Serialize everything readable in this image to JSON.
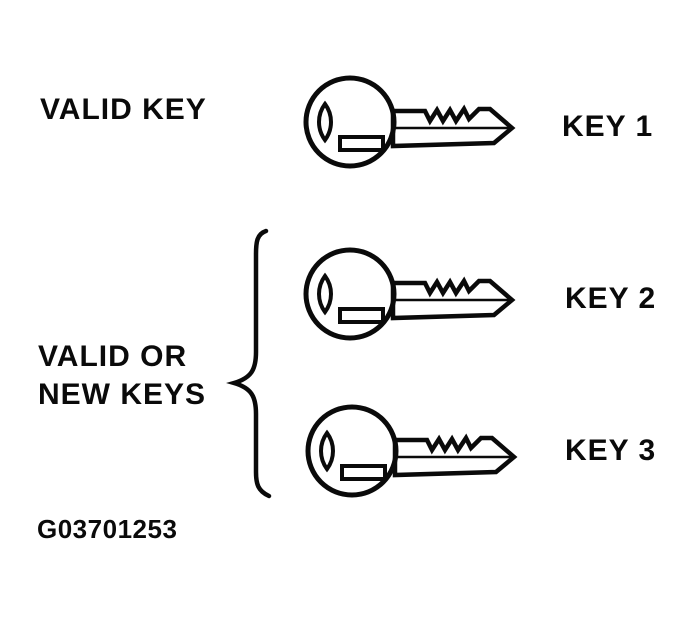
{
  "colors": {
    "ink": "#0a0a0a",
    "paper": "#ffffff"
  },
  "diagram": {
    "type": "key-identification-illustration",
    "groups": [
      {
        "label": "VALID KEY",
        "keys": [
          "KEY 1"
        ]
      },
      {
        "label_line1": "VALID OR",
        "label_line2": "NEW KEYS",
        "keys": [
          "KEY 2",
          "KEY 3"
        ]
      }
    ]
  },
  "labels": {
    "valid_key": "VALID KEY",
    "valid_or_new_line1": "VALID OR",
    "valid_or_new_line2": "NEW KEYS",
    "key1": "KEY 1",
    "key2": "KEY 2",
    "key3": "KEY 3",
    "figure_code": "G03701253"
  },
  "icons": {
    "key": "line-art key with round head, lens slot, rectangular slot, serrated blade",
    "brace": "left curly brace grouping KEY 2 and KEY 3"
  }
}
